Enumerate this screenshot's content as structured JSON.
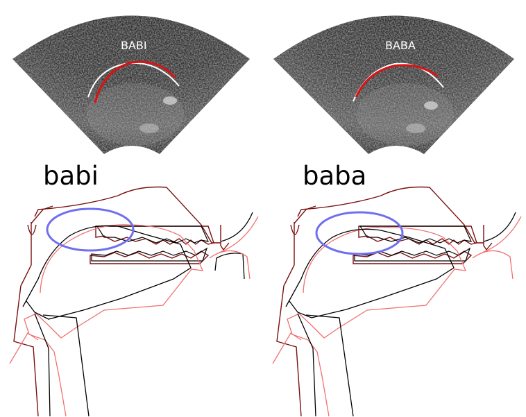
{
  "ultrasound": {
    "left": {
      "label": "BABI"
    },
    "right": {
      "label": "BABA"
    }
  },
  "tracts": {
    "left": {
      "label": "babi"
    },
    "right": {
      "label": "baba"
    }
  },
  "colors": {
    "tongue_red": "#dd1111",
    "tongue_white": "#ffffff",
    "outline_dark": "#7a0f0f",
    "outline_black": "#000000",
    "outline_pink": "#f07070",
    "highlight_ellipse": "#6f6ff0"
  }
}
